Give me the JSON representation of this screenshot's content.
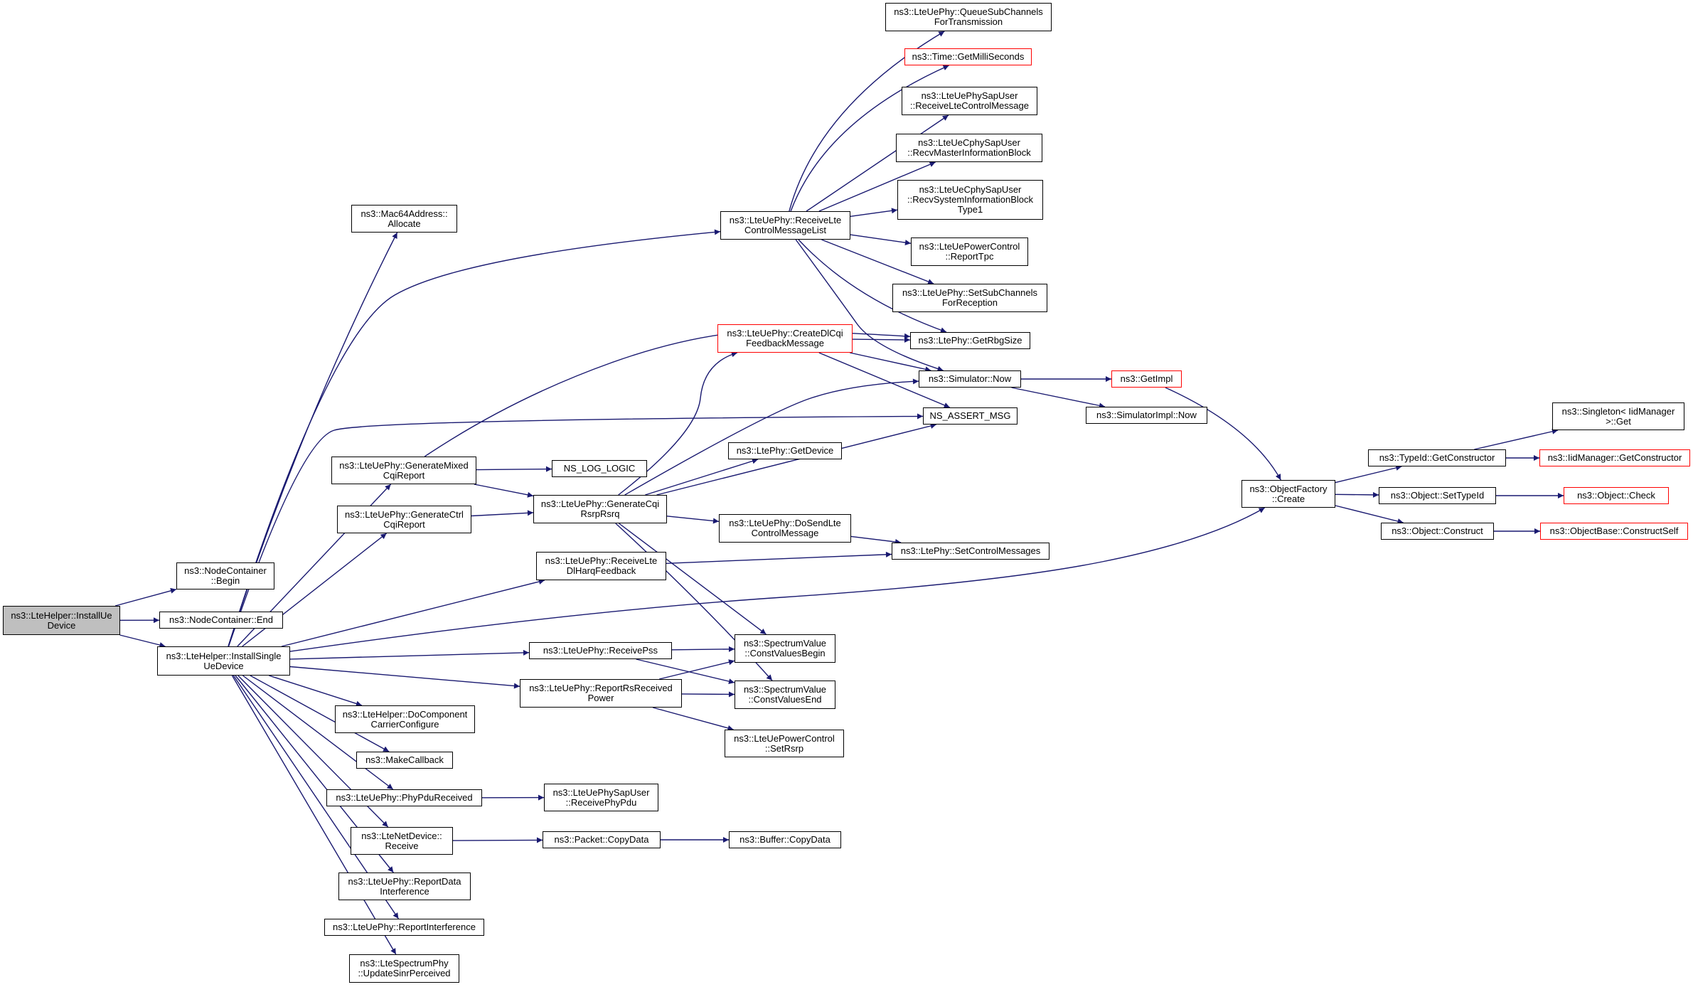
{
  "graph": {
    "edge_color": "#191970",
    "root_fill": "#bfbfbf",
    "truncated_border_color": "#ff0000",
    "nodes": [
      {
        "id": "installUeDevice",
        "label": "ns3::LteHelper::InstallUe\nDevice",
        "root": true
      },
      {
        "id": "ncBegin",
        "label": "ns3::NodeContainer\n::Begin"
      },
      {
        "id": "ncEnd",
        "label": "ns3::NodeContainer::End"
      },
      {
        "id": "installSingleUeDevice",
        "label": "ns3::LteHelper::InstallSingle\nUeDevice"
      },
      {
        "id": "mac64Allocate",
        "label": "ns3::Mac64Address::\nAllocate"
      },
      {
        "id": "generateMixedCqi",
        "label": "ns3::LteUePhy::GenerateMixed\nCqiReport"
      },
      {
        "id": "generateCtrlCqi",
        "label": "ns3::LteUePhy::GenerateCtrl\nCqiReport"
      },
      {
        "id": "nsLogLogic",
        "label": "NS_LOG_LOGIC"
      },
      {
        "id": "generateCqiRsrpRsrq",
        "label": "ns3::LteUePhy::GenerateCqi\nRsrpRsrq"
      },
      {
        "id": "receiveLteDlHarq",
        "label": "ns3::LteUePhy::ReceiveLte\nDlHarqFeedback"
      },
      {
        "id": "receivePss",
        "label": "ns3::LteUePhy::ReceivePss"
      },
      {
        "id": "reportRsReceivedPower",
        "label": "ns3::LteUePhy::ReportRsReceived\nPower"
      },
      {
        "id": "doComponentCarrier",
        "label": "ns3::LteHelper::DoComponent\nCarrierConfigure"
      },
      {
        "id": "makeCallback",
        "label": "ns3::MakeCallback"
      },
      {
        "id": "phyPduReceived",
        "label": "ns3::LteUePhy::PhyPduReceived"
      },
      {
        "id": "lteNetDeviceReceive",
        "label": "ns3::LteNetDevice::\nReceive"
      },
      {
        "id": "reportDataInterference",
        "label": "ns3::LteUePhy::ReportData\nInterference"
      },
      {
        "id": "reportInterference",
        "label": "ns3::LteUePhy::ReportInterference"
      },
      {
        "id": "updateSinrPerceived",
        "label": "ns3::LteSpectrumPhy\n::UpdateSinrPerceived"
      },
      {
        "id": "receiveLteControlMessageList",
        "label": "ns3::LteUePhy::ReceiveLte\nControlMessageList"
      },
      {
        "id": "createDlCqiFeedback",
        "label": "ns3::LteUePhy::CreateDlCqi\nFeedbackMessage",
        "truncated": true
      },
      {
        "id": "ltePhyGetDevice",
        "label": "ns3::LtePhy::GetDevice"
      },
      {
        "id": "doSendLteControlMessage",
        "label": "ns3::LteUePhy::DoSendLte\nControlMessage"
      },
      {
        "id": "constValuesBegin",
        "label": "ns3::SpectrumValue\n::ConstValuesBegin"
      },
      {
        "id": "constValuesEnd",
        "label": "ns3::SpectrumValue\n::ConstValuesEnd"
      },
      {
        "id": "lteUePowerControlSetRsrp",
        "label": "ns3::LteUePowerControl\n::SetRsrp"
      },
      {
        "id": "receivePhyPdu",
        "label": "ns3::LteUePhySapUser\n::ReceivePhyPdu"
      },
      {
        "id": "packetCopyData",
        "label": "ns3::Packet::CopyData"
      },
      {
        "id": "bufferCopyData",
        "label": "ns3::Buffer::CopyData"
      },
      {
        "id": "queueSubChannels",
        "label": "ns3::LteUePhy::QueueSubChannels\nForTransmission"
      },
      {
        "id": "timeGetMilliSeconds",
        "label": "ns3::Time::GetMilliSeconds",
        "truncated": true
      },
      {
        "id": "receiveLteControlMessage",
        "label": "ns3::LteUePhySapUser\n::ReceiveLteControlMessage"
      },
      {
        "id": "recvMasterInformationBlock",
        "label": "ns3::LteUeCphySapUser\n::RecvMasterInformationBlock"
      },
      {
        "id": "recvSystemInformationBlock",
        "label": "ns3::LteUeCphySapUser\n::RecvSystemInformationBlock\nType1"
      },
      {
        "id": "reportTpc",
        "label": "ns3::LteUePowerControl\n::ReportTpc"
      },
      {
        "id": "setSubChannelsForReception",
        "label": "ns3::LteUePhy::SetSubChannels\nForReception"
      },
      {
        "id": "getRbgSize",
        "label": "ns3::LtePhy::GetRbgSize"
      },
      {
        "id": "simulatorNow",
        "label": "ns3::Simulator::Now"
      },
      {
        "id": "nsAssertMsg",
        "label": "NS_ASSERT_MSG"
      },
      {
        "id": "setControlMessages",
        "label": "ns3::LtePhy::SetControlMessages"
      },
      {
        "id": "getImpl",
        "label": "ns3::GetImpl",
        "truncated": true
      },
      {
        "id": "simulatorImplNow",
        "label": "ns3::SimulatorImpl::Now"
      },
      {
        "id": "objectFactoryCreate",
        "label": "ns3::ObjectFactory\n::Create"
      },
      {
        "id": "typeIdGetConstructor",
        "label": "ns3::TypeId::GetConstructor"
      },
      {
        "id": "objectSetTypeId",
        "label": "ns3::Object::SetTypeId"
      },
      {
        "id": "objectConstruct",
        "label": "ns3::Object::Construct"
      },
      {
        "id": "singletonGet",
        "label": "ns3::Singleton< IidManager\n>::Get"
      },
      {
        "id": "iidManagerGetConstructor",
        "label": "ns3::IidManager::GetConstructor",
        "truncated": true
      },
      {
        "id": "objectCheck",
        "label": "ns3::Object::Check",
        "truncated": true
      },
      {
        "id": "objectBaseConstructSelf",
        "label": "ns3::ObjectBase::ConstructSelf",
        "truncated": true
      }
    ],
    "edges": [
      [
        "installUeDevice",
        "ncBegin"
      ],
      [
        "installUeDevice",
        "ncEnd"
      ],
      [
        "installUeDevice",
        "installSingleUeDevice"
      ],
      [
        "installSingleUeDevice",
        "mac64Allocate"
      ],
      [
        "installSingleUeDevice",
        "receiveLteControlMessageList"
      ],
      [
        "installSingleUeDevice",
        "nsAssertMsg"
      ],
      [
        "installSingleUeDevice",
        "generateMixedCqi"
      ],
      [
        "installSingleUeDevice",
        "generateCtrlCqi"
      ],
      [
        "installSingleUeDevice",
        "receiveLteDlHarq"
      ],
      [
        "installSingleUeDevice",
        "objectFactoryCreate"
      ],
      [
        "installSingleUeDevice",
        "receivePss"
      ],
      [
        "installSingleUeDevice",
        "reportRsReceivedPower"
      ],
      [
        "installSingleUeDevice",
        "doComponentCarrier"
      ],
      [
        "installSingleUeDevice",
        "makeCallback"
      ],
      [
        "installSingleUeDevice",
        "phyPduReceived"
      ],
      [
        "installSingleUeDevice",
        "lteNetDeviceReceive"
      ],
      [
        "installSingleUeDevice",
        "reportDataInterference"
      ],
      [
        "installSingleUeDevice",
        "reportInterference"
      ],
      [
        "installSingleUeDevice",
        "updateSinrPerceived"
      ],
      [
        "generateMixedCqi",
        "getRbgSize"
      ],
      [
        "generateMixedCqi",
        "nsLogLogic"
      ],
      [
        "generateMixedCqi",
        "generateCqiRsrpRsrq"
      ],
      [
        "generateCtrlCqi",
        "generateCqiRsrpRsrq"
      ],
      [
        "generateCqiRsrpRsrq",
        "createDlCqiFeedback"
      ],
      [
        "generateCqiRsrpRsrq",
        "simulatorNow"
      ],
      [
        "generateCqiRsrpRsrq",
        "nsAssertMsg"
      ],
      [
        "generateCqiRsrpRsrq",
        "ltePhyGetDevice"
      ],
      [
        "generateCqiRsrpRsrq",
        "doSendLteControlMessage"
      ],
      [
        "generateCqiRsrpRsrq",
        "constValuesBegin"
      ],
      [
        "generateCqiRsrpRsrq",
        "constValuesEnd"
      ],
      [
        "receiveLteDlHarq",
        "setControlMessages"
      ],
      [
        "receivePss",
        "constValuesBegin"
      ],
      [
        "receivePss",
        "constValuesEnd"
      ],
      [
        "reportRsReceivedPower",
        "constValuesBegin"
      ],
      [
        "reportRsReceivedPower",
        "constValuesEnd"
      ],
      [
        "reportRsReceivedPower",
        "lteUePowerControlSetRsrp"
      ],
      [
        "phyPduReceived",
        "receivePhyPdu"
      ],
      [
        "lteNetDeviceReceive",
        "packetCopyData"
      ],
      [
        "packetCopyData",
        "bufferCopyData"
      ],
      [
        "doSendLteControlMessage",
        "setControlMessages"
      ],
      [
        "receiveLteControlMessageList",
        "queueSubChannels"
      ],
      [
        "receiveLteControlMessageList",
        "timeGetMilliSeconds"
      ],
      [
        "receiveLteControlMessageList",
        "receiveLteControlMessage"
      ],
      [
        "receiveLteControlMessageList",
        "recvMasterInformationBlock"
      ],
      [
        "receiveLteControlMessageList",
        "recvSystemInformationBlock"
      ],
      [
        "receiveLteControlMessageList",
        "reportTpc"
      ],
      [
        "receiveLteControlMessageList",
        "setSubChannelsForReception"
      ],
      [
        "receiveLteControlMessageList",
        "getRbgSize"
      ],
      [
        "receiveLteControlMessageList",
        "simulatorNow"
      ],
      [
        "createDlCqiFeedback",
        "getRbgSize"
      ],
      [
        "createDlCqiFeedback",
        "simulatorNow"
      ],
      [
        "createDlCqiFeedback",
        "nsAssertMsg"
      ],
      [
        "simulatorNow",
        "getImpl"
      ],
      [
        "simulatorNow",
        "simulatorImplNow"
      ],
      [
        "getImpl",
        "objectFactoryCreate"
      ],
      [
        "objectFactoryCreate",
        "typeIdGetConstructor"
      ],
      [
        "objectFactoryCreate",
        "objectSetTypeId"
      ],
      [
        "objectFactoryCreate",
        "objectConstruct"
      ],
      [
        "typeIdGetConstructor",
        "singletonGet"
      ],
      [
        "typeIdGetConstructor",
        "iidManagerGetConstructor"
      ],
      [
        "objectSetTypeId",
        "objectCheck"
      ],
      [
        "objectConstruct",
        "objectBaseConstructSelf"
      ]
    ]
  }
}
